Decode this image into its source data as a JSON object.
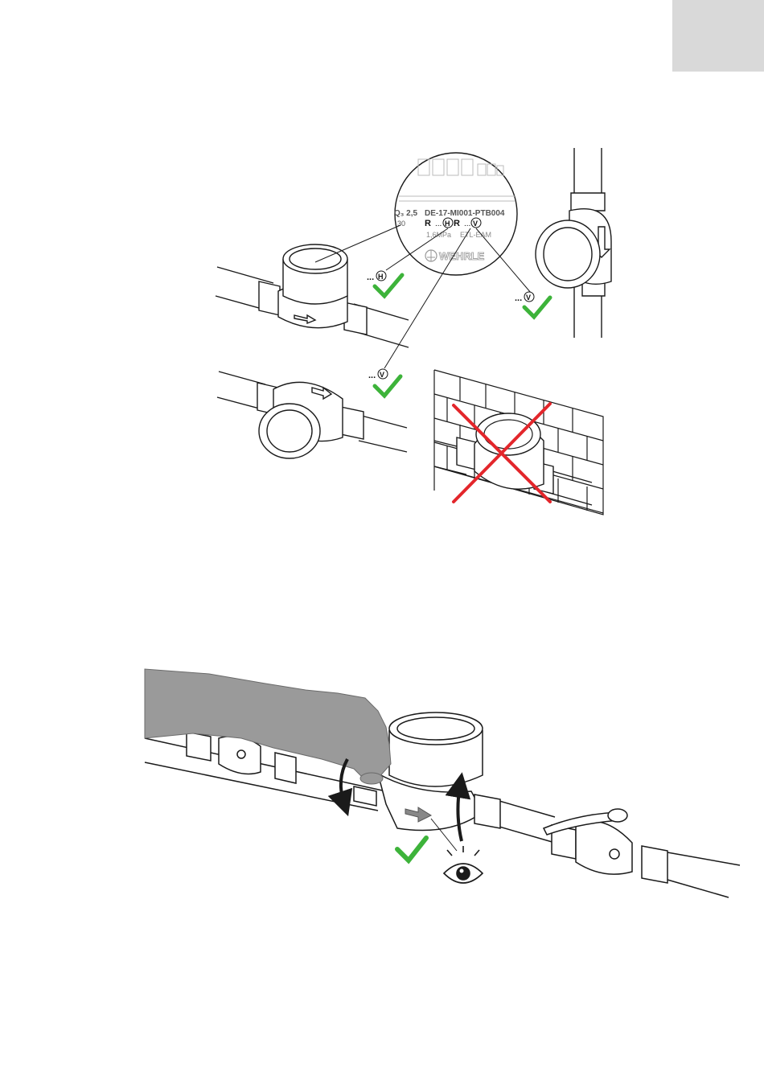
{
  "page": {
    "corner_tab_color": "#d9d9d9"
  },
  "colors": {
    "ok": "#3db33a",
    "not_ok": "#e3262b",
    "hand": "#9a9a9a",
    "line": "#1a1a1a"
  },
  "label_plate": {
    "q_value": "Q₃ 2,5",
    "approval": "DE-17-MI001-PTB004",
    "left_code": "30",
    "r_line_1": "R",
    "r_line_2": "R",
    "r_dots_h": "...",
    "r_dots_v": "...",
    "pressure": "1,6MPa",
    "env_class": "ETL-EAM",
    "brand": "WEHRLE"
  },
  "positions": {
    "horizontal_marker": "H",
    "vertical_marker": "V",
    "ellipsis": "..."
  },
  "icons": {
    "check": "check-icon",
    "cross": "cross-icon",
    "eye": "eye-icon",
    "flow_arrow": "flow-arrow-icon",
    "rotate_down": "rotate-down-arrow-icon",
    "rotate_up": "rotate-up-arrow-icon"
  }
}
